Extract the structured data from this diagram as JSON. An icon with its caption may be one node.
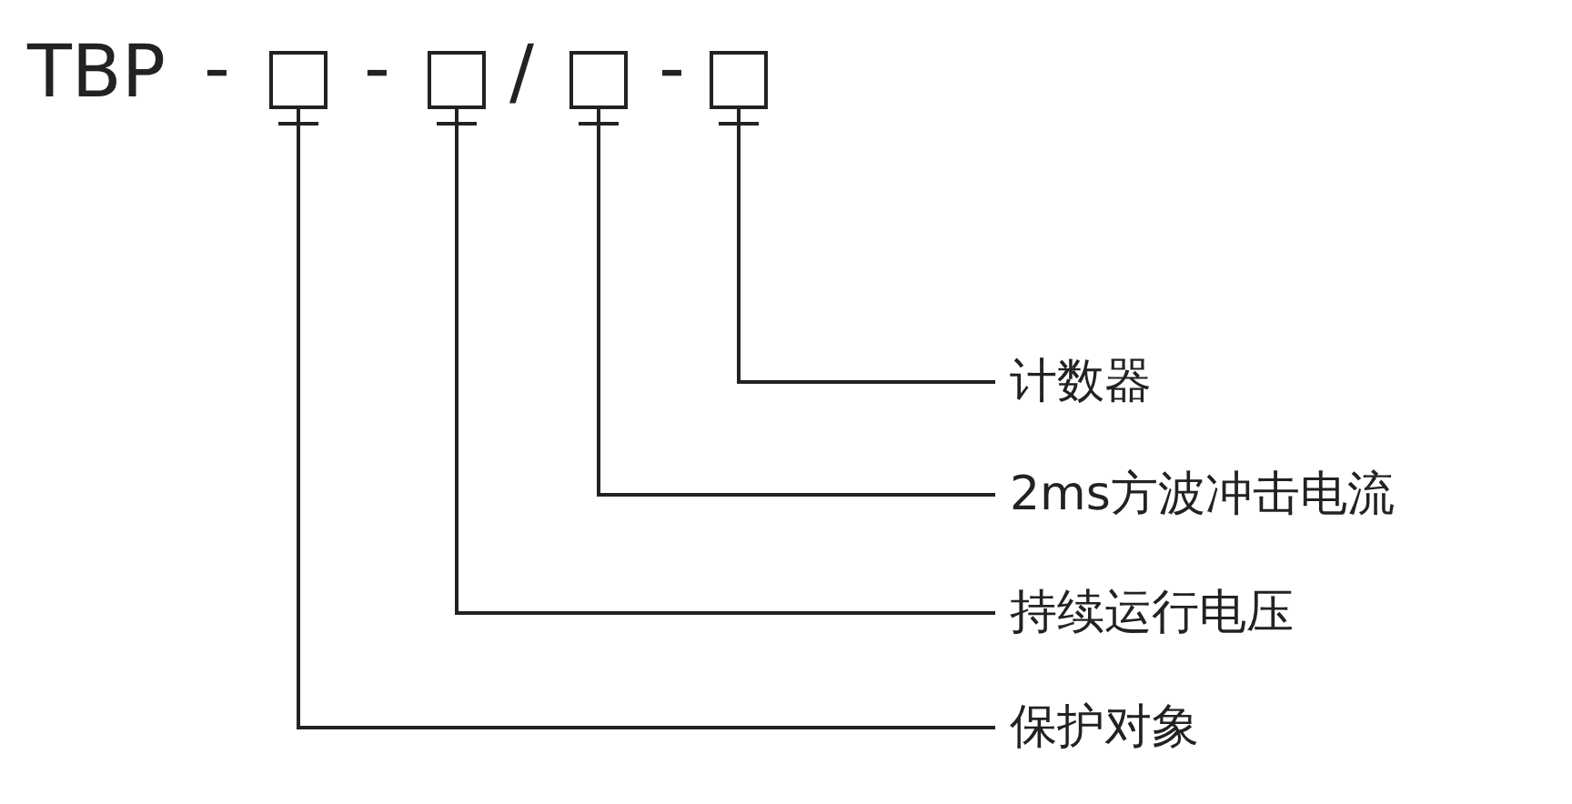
{
  "diagram": {
    "nodes": [
      {
        "text": [],
        "shape": "box"
      },
      {
        "text": [],
        "shape": "box"
      },
      {
        "text": [],
        "shape": "box"
      },
      {
        "text": [],
        "shape": "box"
      },
      {
        "text": [
          "计数器"
        ]
      },
      {
        "text": [
          "2ms方波冲击电流"
        ]
      },
      {
        "text": [
          "持续运行电压"
        ]
      },
      {
        "text": [
          "保护对象"
        ]
      }
    ],
    "edges": [
      {
        "from": 4,
        "to": 3,
        "arrow": "none"
      },
      {
        "from": 5,
        "to": 2,
        "arrow": "none"
      },
      {
        "from": 6,
        "to": 1,
        "arrow": "none"
      },
      {
        "from": 7,
        "to": 0,
        "arrow": "none"
      }
    ],
    "labels": [
      "TBP",
      "-",
      "-",
      "/",
      "-"
    ]
  }
}
